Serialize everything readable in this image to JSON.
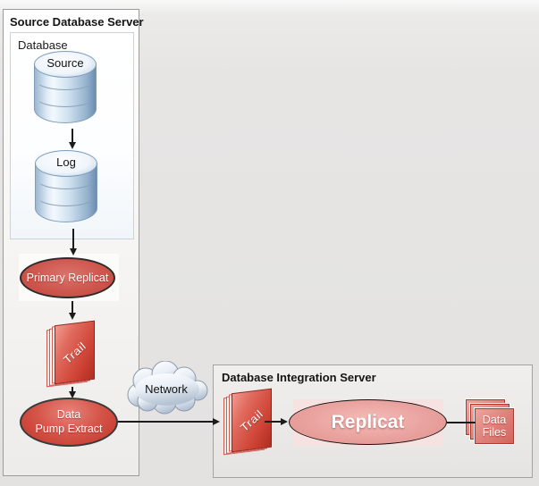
{
  "diagram": {
    "source_server": {
      "title": "Source Database Server",
      "database": {
        "label": "Database",
        "source_db": "Source",
        "log_db": "Log"
      },
      "primary_replicat": "Primary Replicat",
      "trail": "Trail",
      "data_pump": {
        "line1": "Data",
        "line2": "Pump Extract"
      }
    },
    "network": {
      "label": "Network"
    },
    "integration_server": {
      "title": "Database Integration Server",
      "trail": "Trail",
      "replicat": "Replicat",
      "data_files": {
        "line1": "Data",
        "line2": "Files"
      }
    },
    "colors": {
      "process_red": "#cd5047",
      "replicat_pink": "#e9a29e",
      "trail_red": "#ce4335",
      "cylinder_blue": "#9cb7d1",
      "cloud_blue": "#dce6f1",
      "panel_gray": "#edecea"
    }
  }
}
